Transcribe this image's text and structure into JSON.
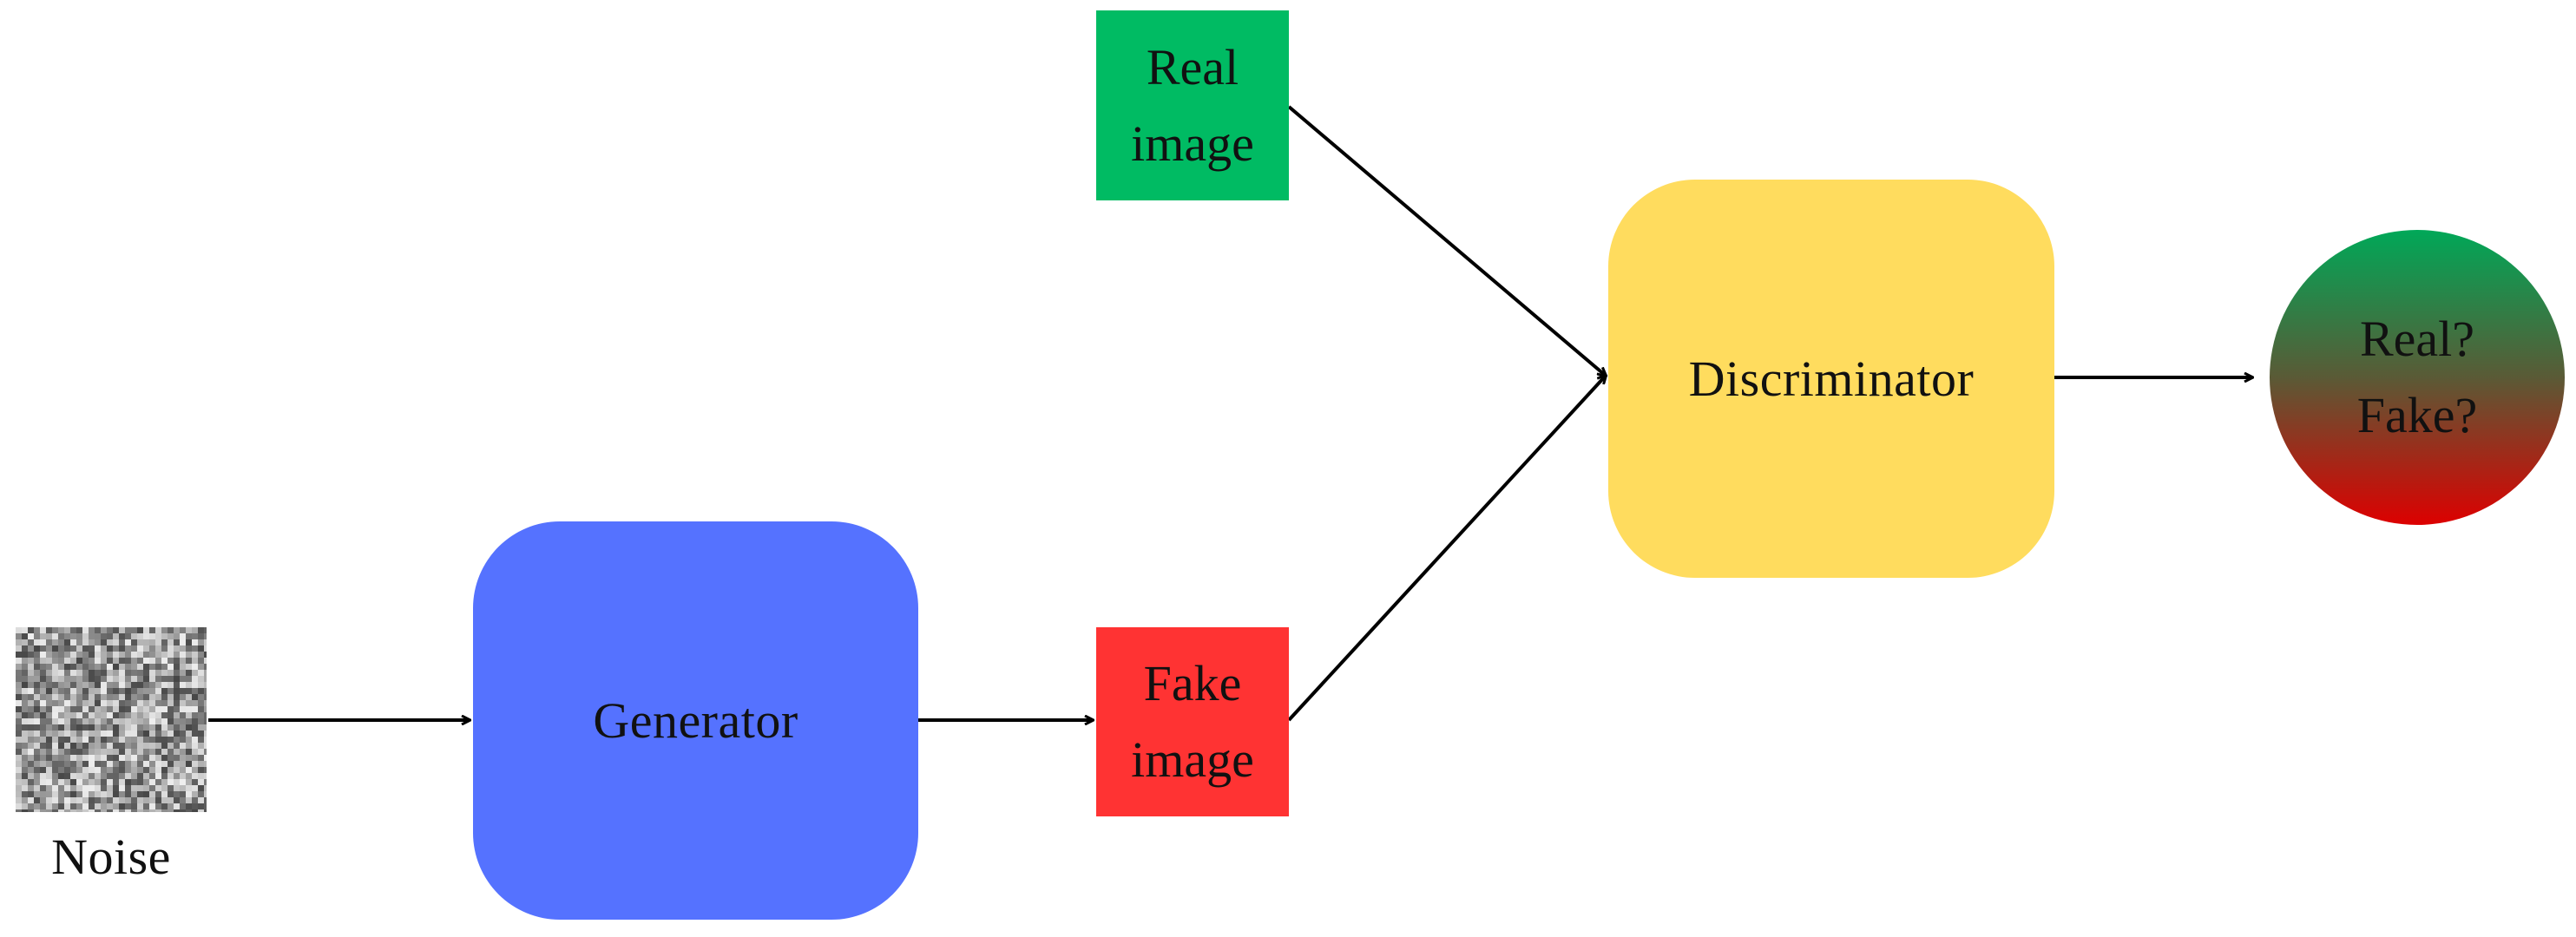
{
  "diagram": {
    "nodes": {
      "noise": {
        "label": "Noise"
      },
      "generator": {
        "label": "Generator",
        "color": "#5572FF"
      },
      "real_image": {
        "line1": "Real",
        "line2": "image",
        "color": "#00BB63"
      },
      "fake_image": {
        "line1": "Fake",
        "line2": "image",
        "color": "#FF3333"
      },
      "discriminator": {
        "label": "Discriminator",
        "color": "#FFDC5E"
      },
      "output": {
        "line1": "Real?",
        "line2": "Fake?",
        "gradient_top": "#00A858",
        "gradient_bottom": "#DD0000"
      }
    },
    "edges": [
      {
        "from": "noise",
        "to": "generator"
      },
      {
        "from": "generator",
        "to": "fake_image"
      },
      {
        "from": "real_image",
        "to": "discriminator"
      },
      {
        "from": "fake_image",
        "to": "discriminator"
      },
      {
        "from": "discriminator",
        "to": "output"
      }
    ]
  }
}
